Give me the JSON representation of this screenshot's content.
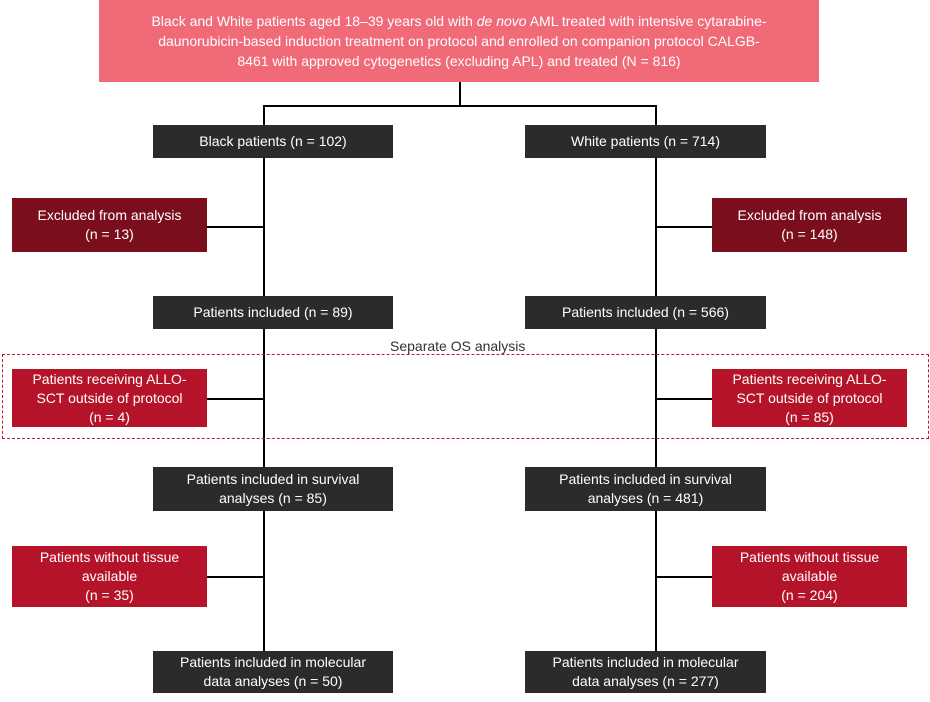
{
  "top": {
    "line1_a": "Black and White patients aged 18–39 years old with ",
    "line1_italic": "de novo",
    "line1_b": " AML treated with intensive cytarabine-",
    "line2": "daunorubicin-based induction treatment on protocol and enrolled on companion protocol CALGB-",
    "line3": "8461 with approved cytogenetics (excluding APL) and treated (N = 816)"
  },
  "separate_os_label": "Separate OS analysis",
  "black": {
    "patients": "Black patients (n = 102)",
    "excluded": [
      "Excluded from analysis",
      "(n = 13)"
    ],
    "included": "Patients included (n = 89)",
    "allo": [
      "Patients receiving ALLO-",
      "SCT outside of protocol",
      "(n = 4)"
    ],
    "survival": [
      "Patients included in survival",
      "analyses (n = 85)"
    ],
    "no_tissue": [
      "Patients without tissue",
      "available",
      "(n = 35)"
    ],
    "molecular": [
      "Patients included in molecular",
      "data analyses (n = 50)"
    ]
  },
  "white": {
    "patients": "White patients (n = 714)",
    "excluded": [
      "Excluded from analysis",
      "(n = 148)"
    ],
    "included": "Patients included (n = 566)",
    "allo": [
      "Patients receiving ALLO-",
      "SCT outside of protocol",
      "(n = 85)"
    ],
    "survival": [
      "Patients included in survival",
      "analyses (n = 481)"
    ],
    "no_tissue": [
      "Patients without tissue",
      "available",
      "(n = 204)"
    ],
    "molecular": [
      "Patients included in molecular",
      "data analyses (n = 277)"
    ]
  },
  "colors": {
    "header_pink": "#f06a78",
    "main_box_dark": "#2b2b2b",
    "excluded_maroon": "#7b0e1d",
    "side_box_red": "#b5132a",
    "dashed_outline": "#c0182c"
  }
}
